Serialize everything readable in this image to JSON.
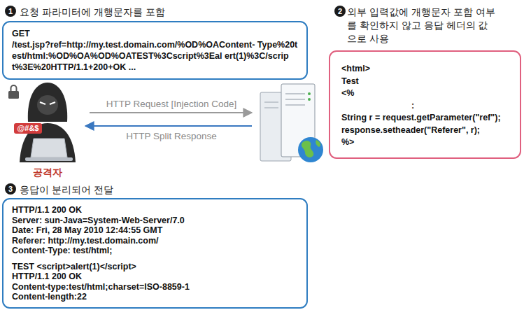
{
  "diagram": {
    "nodes": [
      {
        "text": [
          "요청 파라미터에 개행문자를 포함",
          "GET",
          "/test.jsp?ref=http://my.test.domain.com/%OD%OAContent- Type%20test/html:%OD%OA%OD%OATEST%3Cscript%3Eal ert(1)%3C/script%3E%20HTTP/1.1+200+OK ..."
        ]
      },
      {
        "text": [
          "외부 입력값에 개행문자 포함 여부를 확인하지 않고 응답 헤더의 값으로 사용",
          "<html>",
          "Test",
          "<%",
          ":",
          "String r = request.getParameter(\"ref\");",
          "response.setheader(\"Referer\", r);",
          "%>"
        ]
      },
      {
        "text": [
          "응답이 분리되어 전달",
          "HTTP/1.1 200 OK",
          "Server: sun-Java=System-Web-Server/7.0",
          "Date: Fri, 28 May 2010 12:44:55 GMT",
          "Referer: http://my.test.domain.com/",
          "Content-Type: test/html;",
          "TEST <script>alert(1)</script>",
          "HTTP/1.1 200 OK",
          "Content-type:test/html;charset=ISO-8859-1",
          "Content-length:22"
        ]
      }
    ],
    "labels": [
      "1",
      "2",
      "3",
      "HTTP Request [Injection Code]",
      "HTTP Split Response",
      "공격자",
      "@#&$"
    ]
  }
}
